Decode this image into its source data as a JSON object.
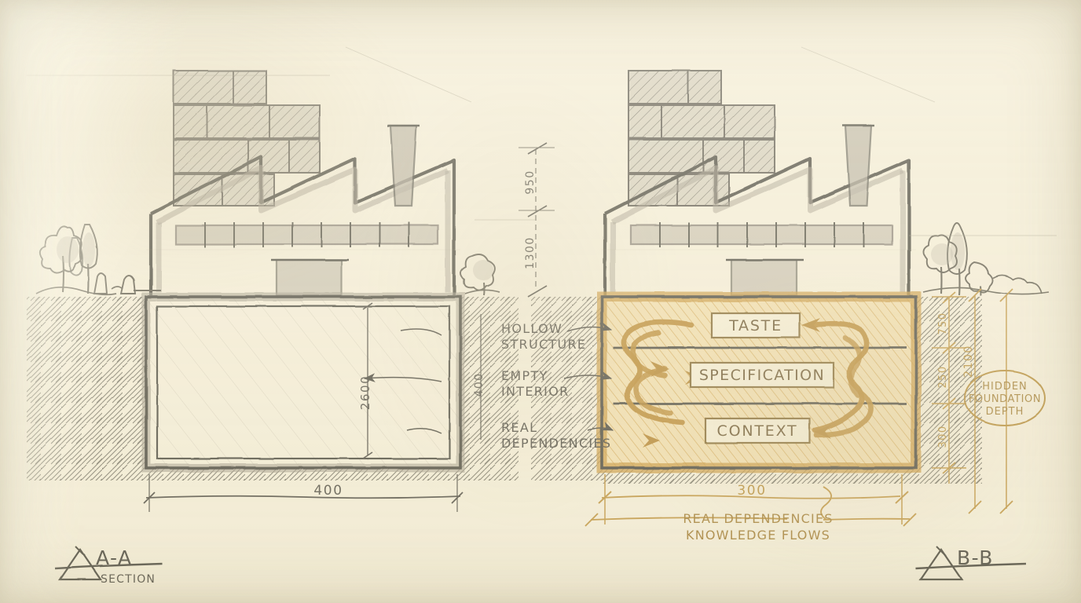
{
  "sheet": {
    "paper_color": "#f6f0dc",
    "ink_color": "#2b2a26",
    "accent_color": "#b3801f",
    "accent_dark": "#9a6a12",
    "wash_color": "#a9a396"
  },
  "left_panel": {
    "title": "A-A",
    "subtitle": "SECTION",
    "overall_width_dim": "400",
    "interior_height_dim": "2600",
    "wall_thickness_dim": "400"
  },
  "right_panel": {
    "title": "B-B",
    "subtitle": "",
    "overall_width_dim": "300",
    "caption_line1": "REAL DEPENDENCIES",
    "caption_line2": "KNOWLEDGE FLOWS",
    "stack_dims": [
      "750",
      "250",
      "300"
    ],
    "total_depth_dim": "2100",
    "callout_line1": "HIDDEN",
    "callout_line2": "FOUNDATION",
    "callout_line3": "DEPTH",
    "boxes": [
      {
        "label": "TASTE"
      },
      {
        "label": "SPECIFICATION"
      },
      {
        "label": "CONTEXT"
      }
    ]
  },
  "center_dims": {
    "upper": "950",
    "lower": "1300"
  },
  "annotations": [
    {
      "line1": "HOLLOW",
      "line2": "STRUCTURE"
    },
    {
      "line1": "EMPTY",
      "line2": "INTERIOR"
    },
    {
      "line1": "REAL",
      "line2": "DEPENDENCIES"
    }
  ],
  "icons": {
    "section_marker": "triangle-section-marker-icon",
    "arrow": "arrowhead-icon",
    "tick": "dimension-tick-icon"
  }
}
